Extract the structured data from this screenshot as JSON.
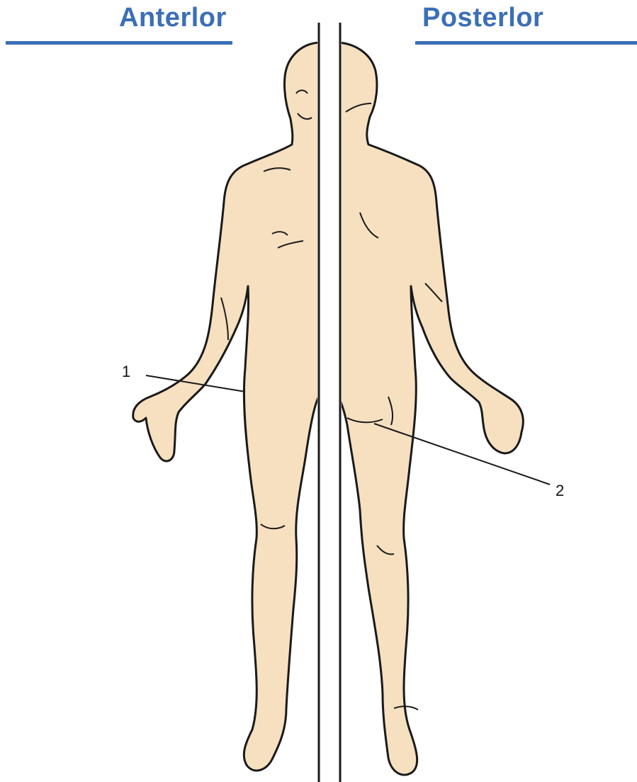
{
  "headings": {
    "anterior": "Anterlor",
    "posterior": "Posterlor"
  },
  "callouts": [
    {
      "label": "1"
    },
    {
      "label": "2"
    }
  ],
  "colors": {
    "heading": "#3b6fb6",
    "rule": "#3b6fb6",
    "skin": "#f6e0c0",
    "outline": "#1a1a1a"
  }
}
